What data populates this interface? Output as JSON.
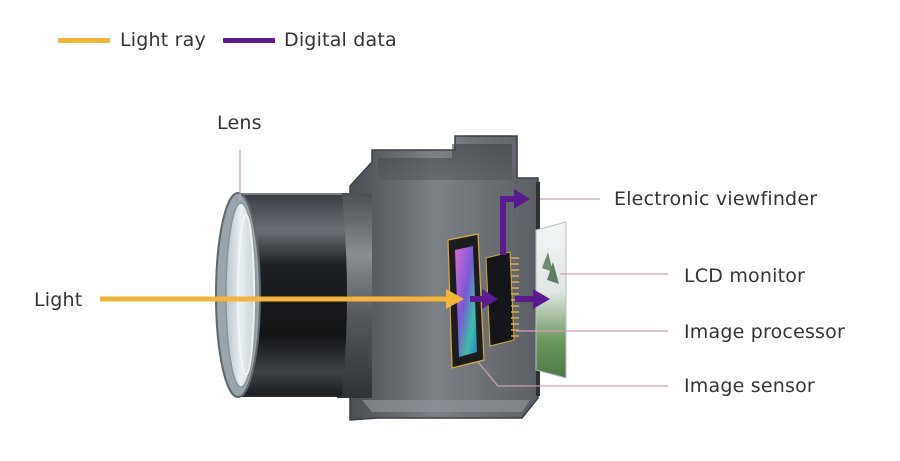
{
  "legend": {
    "items": [
      {
        "label": "Light ray",
        "color": "#f0b53a"
      },
      {
        "label": "Digital data",
        "color": "#5b1b8e"
      }
    ]
  },
  "labels": {
    "lens": "Lens",
    "light": "Light",
    "electronic_viewfinder": "Electronic viewfinder",
    "lcd_monitor": "LCD monitor",
    "image_processor": "Image processor",
    "image_sensor": "Image sensor"
  },
  "colors": {
    "light_ray": "#f0b53a",
    "digital_data": "#5b1b8e",
    "leader_line": "#c9a0b2",
    "body": "#6e7277",
    "body_dark": "#3f4347",
    "lens_barrel": "#1f2226"
  }
}
